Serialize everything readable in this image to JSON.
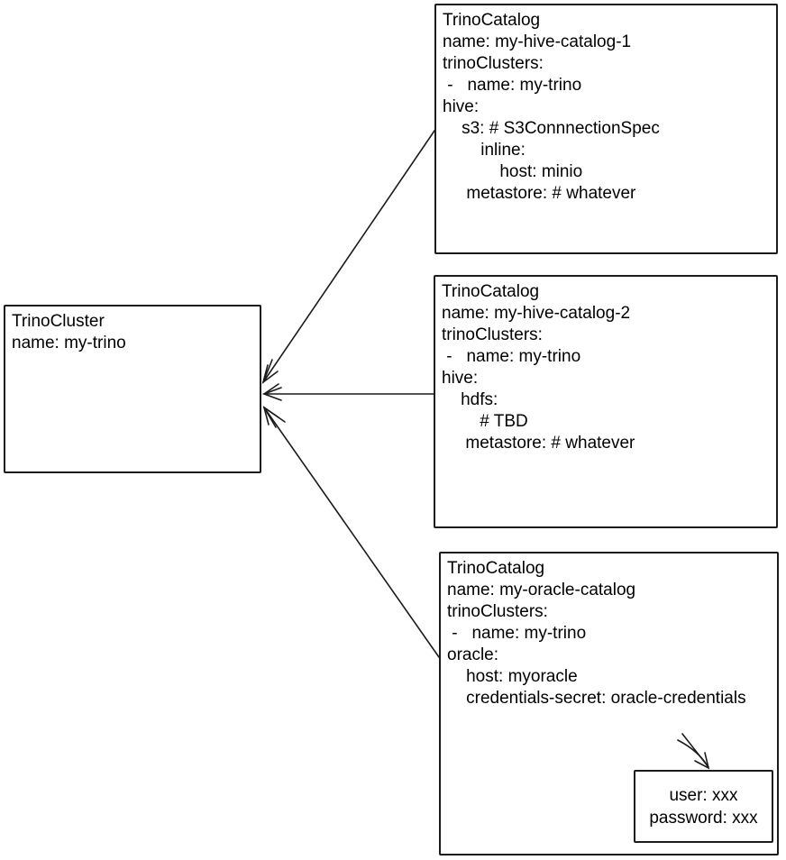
{
  "colors": {
    "background": "#ffffff",
    "stroke": "#1b1b1b",
    "text": "#000000"
  },
  "nodes": {
    "cluster": {
      "title": "TrinoCluster",
      "lines": [
        "TrinoCluster",
        "name: my-trino"
      ]
    },
    "catalog1": {
      "title": "TrinoCatalog",
      "lines": [
        "TrinoCatalog",
        "name: my-hive-catalog-1",
        "trinoClusters:",
        " -   name: my-trino",
        "hive:",
        "    s3: # S3ConnnectionSpec",
        "        inline:",
        "            host: minio",
        "     metastore: # whatever"
      ]
    },
    "catalog2": {
      "title": "TrinoCatalog",
      "lines": [
        "TrinoCatalog",
        "name: my-hive-catalog-2",
        "trinoClusters:",
        " -   name: my-trino",
        "hive:",
        "    hdfs:",
        "        # TBD",
        "     metastore: # whatever"
      ]
    },
    "catalog3": {
      "title": "TrinoCatalog",
      "lines": [
        "TrinoCatalog",
        "name: my-oracle-catalog",
        "trinoClusters:",
        " -   name: my-trino",
        "oracle:",
        "    host: myoracle",
        "    credentials-secret: oracle-credentials"
      ]
    },
    "credentials": {
      "lines": [
        "user: xxx",
        "password: xxx"
      ]
    }
  },
  "edges": [
    {
      "from": "catalog1",
      "to": "cluster",
      "style": "open-arrow"
    },
    {
      "from": "catalog2",
      "to": "cluster",
      "style": "open-arrow"
    },
    {
      "from": "catalog3",
      "to": "cluster",
      "style": "open-arrow"
    },
    {
      "from": "annotation",
      "to": "credentials",
      "style": "open-arrow"
    }
  ]
}
